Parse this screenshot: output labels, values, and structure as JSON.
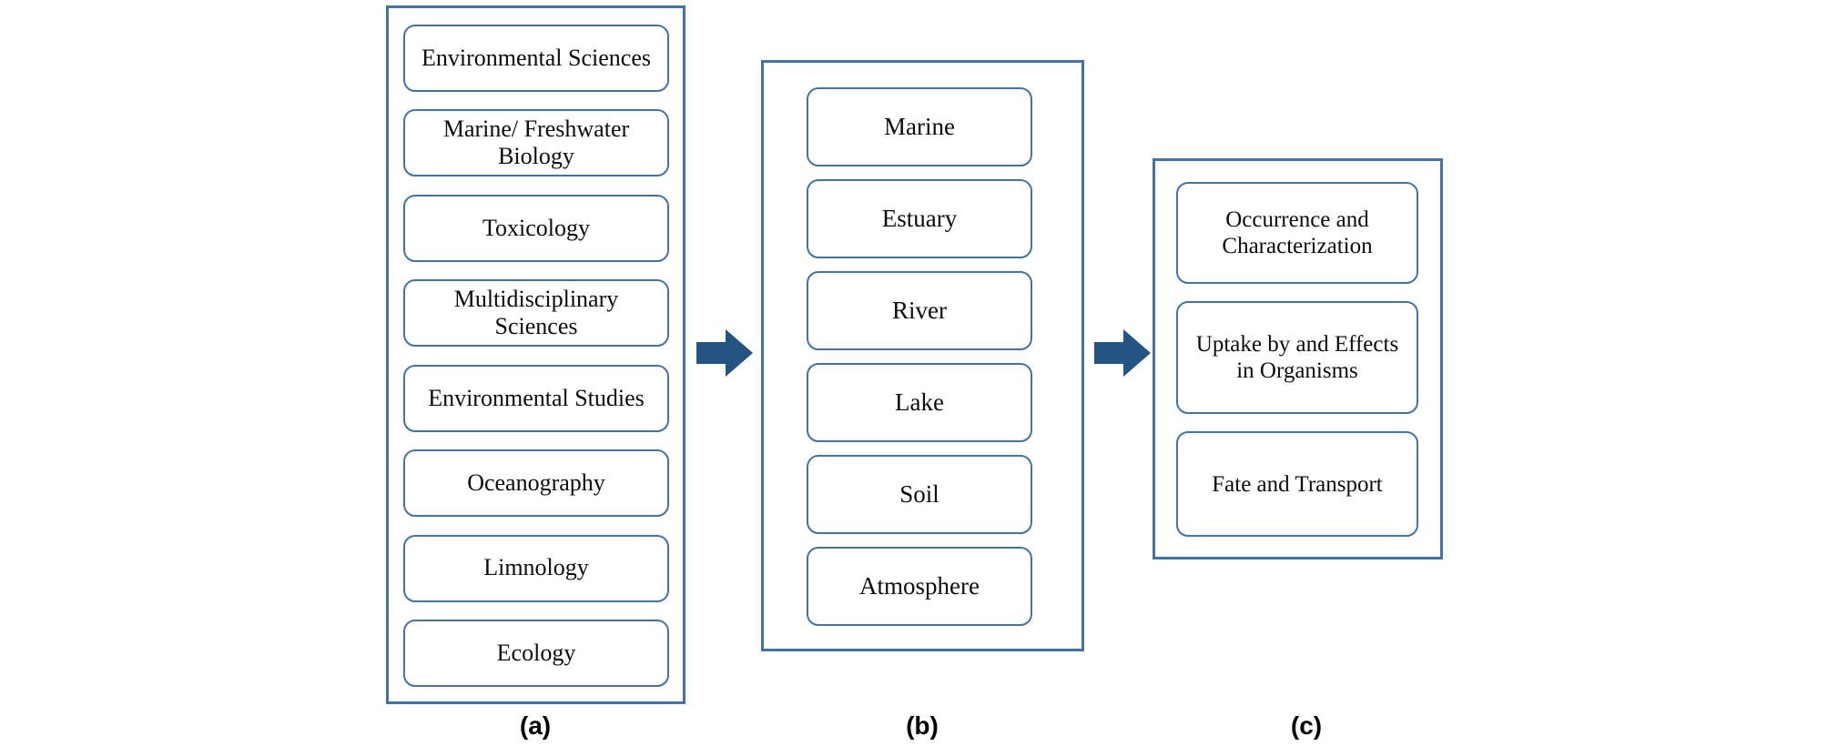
{
  "theme": {
    "border_color": "#4472A4",
    "arrow_color": "#235484",
    "background": "#ffffff",
    "text_color": "#0d0d0d"
  },
  "columns": [
    {
      "id": "a",
      "caption": "(a)",
      "items": [
        {
          "label": "Environmental Sciences"
        },
        {
          "label": "Marine/ Freshwater Biology"
        },
        {
          "label": "Toxicology"
        },
        {
          "label": "Multidisciplinary Sciences"
        },
        {
          "label": "Environmental Studies"
        },
        {
          "label": "Oceanography"
        },
        {
          "label": "Limnology"
        },
        {
          "label": "Ecology"
        }
      ]
    },
    {
      "id": "b",
      "caption": "(b)",
      "items": [
        {
          "label": "Marine"
        },
        {
          "label": "Estuary"
        },
        {
          "label": "River"
        },
        {
          "label": "Lake"
        },
        {
          "label": "Soil"
        },
        {
          "label": "Atmosphere"
        }
      ]
    },
    {
      "id": "c",
      "caption": "(c)",
      "items": [
        {
          "label": "Occurrence and Characterization"
        },
        {
          "label": "Uptake by and Effects in Organisms"
        },
        {
          "label": "Fate and Transport"
        }
      ]
    }
  ],
  "arrows": [
    {
      "name": "arrow-a-to-b",
      "direction": "right"
    },
    {
      "name": "arrow-b-to-c",
      "direction": "right"
    }
  ]
}
